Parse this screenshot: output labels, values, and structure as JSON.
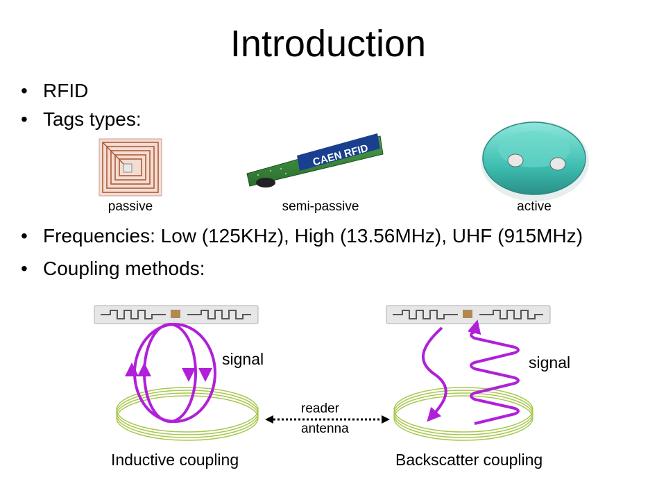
{
  "slide": {
    "title": "Introduction",
    "bullets": [
      "RFID",
      "Tags types:",
      "Frequencies: Low (125KHz), High (13.56MHz), UHF (915MHz)",
      "Coupling methods:"
    ],
    "bullet_char": "•"
  },
  "tags": {
    "passive": "passive",
    "semi_passive": "semi-passive",
    "active": "active",
    "semi_passive_brand": "CAEN RFID"
  },
  "coupling": {
    "left_signal": "signal",
    "right_signal": "signal",
    "reader": "reader",
    "antenna": "antenna",
    "inductive": "Inductive coupling",
    "backscatter": "Backscatter coupling"
  },
  "colors": {
    "signal": "#b020d8",
    "coil": "#a8c850",
    "semi_passive_board": "#3a8a3c",
    "active_tag": "#4ecdc0"
  }
}
